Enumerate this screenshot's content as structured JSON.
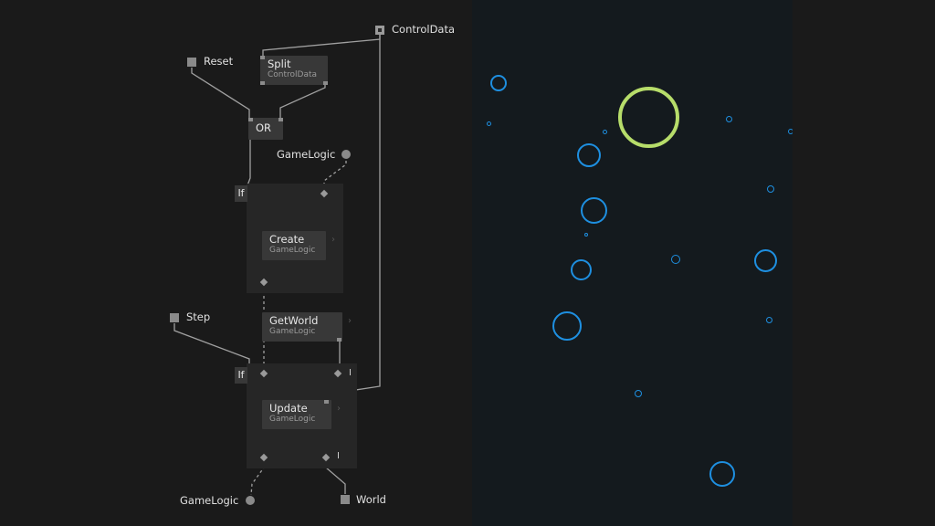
{
  "patch": {
    "inputs": {
      "control_data": "ControlData",
      "reset": "Reset",
      "step": "Step"
    },
    "nodes": {
      "split": {
        "title": "Split",
        "sub": "ControlData"
      },
      "or": {
        "title": "OR"
      },
      "gamelogic_in": "GameLogic",
      "if_label": "If",
      "create": {
        "title": "Create",
        "sub": "GameLogic"
      },
      "getworld": {
        "title": "GetWorld",
        "sub": "GameLogic"
      },
      "update": {
        "title": "Update",
        "sub": "GameLogic"
      },
      "bar_label": "I"
    },
    "outputs": {
      "gamelogic_out": "GameLogic",
      "world": "World"
    }
  },
  "viewport": {
    "background": "#141a1e",
    "bubble_color": "#1e8fe0",
    "player_color": "#b7dd6a"
  }
}
